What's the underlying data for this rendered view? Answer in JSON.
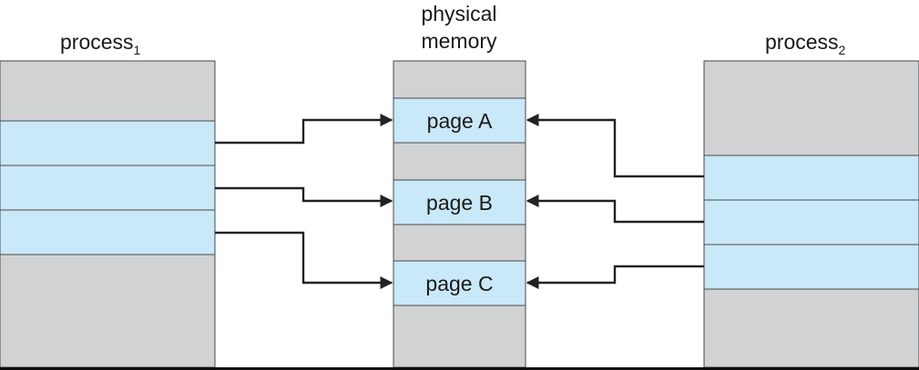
{
  "process1": {
    "label": "process",
    "sub": "1"
  },
  "process2": {
    "label": "process",
    "sub": "2"
  },
  "physical_memory": {
    "label_line1": "physical",
    "label_line2": "memory",
    "pages": [
      "page A",
      "page B",
      "page C"
    ]
  },
  "colors": {
    "shared_block": "#c9e8f8",
    "unused_block": "#d1d2d4",
    "outline": "#4a4a4a",
    "arrow": "#222222"
  }
}
